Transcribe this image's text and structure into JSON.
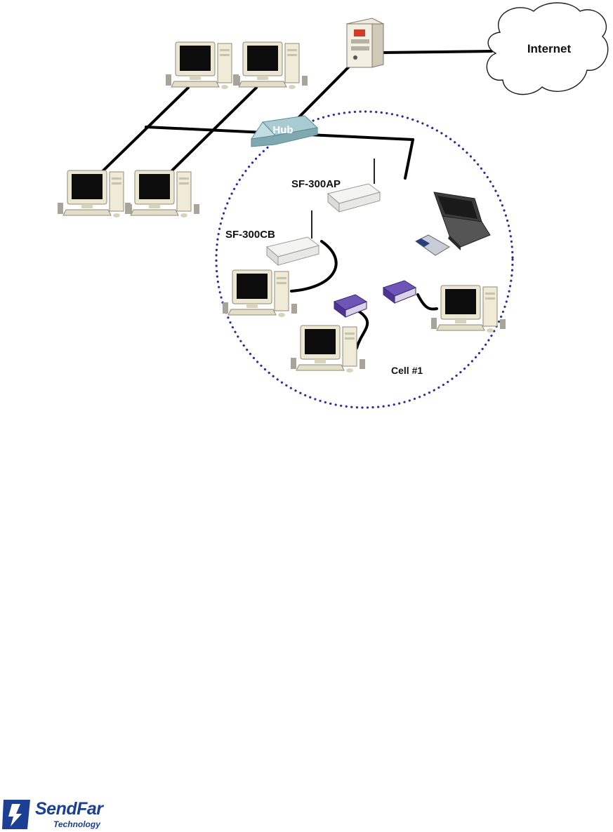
{
  "diagram": {
    "labels": {
      "internet": "Internet",
      "hub": "Hub",
      "access_point": "SF-300AP",
      "client_bridge": "SF-300CB",
      "cell": "Cell #1"
    }
  },
  "footer": {
    "logo_word": "SendFar",
    "logo_sub": "Technology"
  },
  "colors": {
    "cell_boundary": "#2b2f9a",
    "hub": "#9fc2c9",
    "logo": "#1c3f94"
  }
}
